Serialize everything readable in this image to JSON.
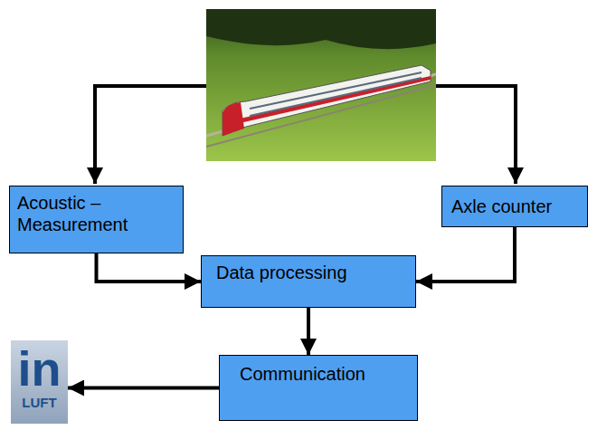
{
  "diagram": {
    "nodes": [
      {
        "text": [
          "Acoustic – Measurement"
        ]
      },
      {
        "text": [
          "Axle counter"
        ]
      },
      {
        "text": [
          "Data processing"
        ]
      },
      {
        "text": [
          "Communication"
        ]
      },
      {
        "text": [
          "in",
          "LUFT"
        ]
      }
    ],
    "edges": [
      {
        "from": 0,
        "to": 2,
        "arrow": "to"
      },
      {
        "from": 1,
        "to": 2,
        "arrow": "to"
      },
      {
        "from": 2,
        "to": 3,
        "arrow": "to"
      },
      {
        "from": 3,
        "to": 4,
        "arrow": "to"
      }
    ]
  }
}
